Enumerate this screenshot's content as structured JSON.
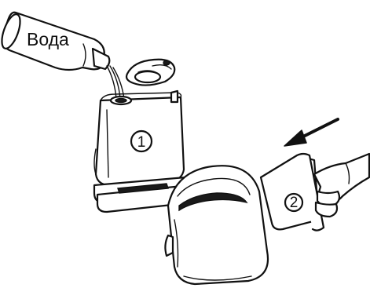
{
  "bottle": {
    "label": "Вода"
  },
  "steps": [
    {
      "number": "1"
    },
    {
      "number": "2"
    }
  ],
  "colors": {
    "ink": "#111111",
    "background": "#ffffff"
  }
}
